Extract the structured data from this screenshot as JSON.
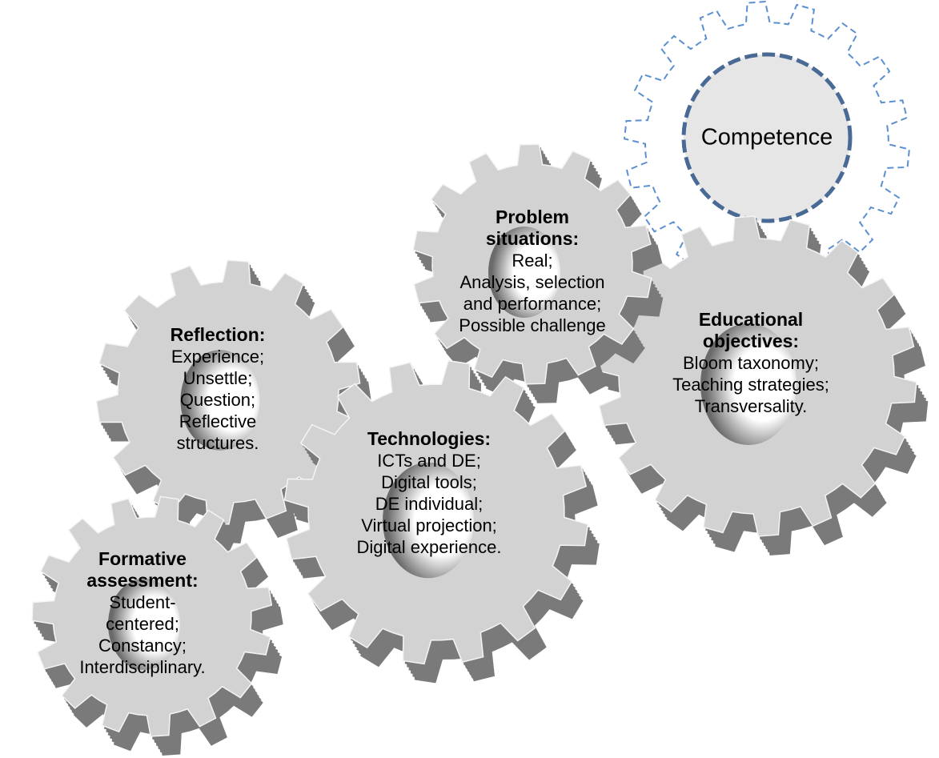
{
  "competence": {
    "label": "Competence",
    "outline_color": "#4a6a96",
    "teeth_color": "#5b8fd0"
  },
  "gears": [
    {
      "id": "problem",
      "title": [
        "Problem",
        "situations:"
      ],
      "items": [
        "Real;",
        "Analysis, selection",
        "and performance;",
        "Possible challenge"
      ]
    },
    {
      "id": "educational",
      "title": [
        "Educational",
        "objectives:"
      ],
      "items": [
        "Bloom taxonomy;",
        "Teaching strategies;",
        "Transversality."
      ]
    },
    {
      "id": "reflection",
      "title": [
        "Reflection:"
      ],
      "items": [
        "Experience;",
        "Unsettle;",
        "Question;",
        "Reflective",
        "structures."
      ]
    },
    {
      "id": "technologies",
      "title": [
        "Technologies:"
      ],
      "items": [
        "ICTs and DE;",
        "Digital tools;",
        "DE individual;",
        "Virtual projection;",
        "Digital experience."
      ]
    },
    {
      "id": "formative",
      "title": [
        "Formative",
        "assessment:"
      ],
      "items": [
        "Student-",
        "centered;",
        "Constancy;",
        "Interdisciplinary."
      ]
    }
  ],
  "colors": {
    "face": "#d2d2d2",
    "side": "#7a7a7a"
  }
}
